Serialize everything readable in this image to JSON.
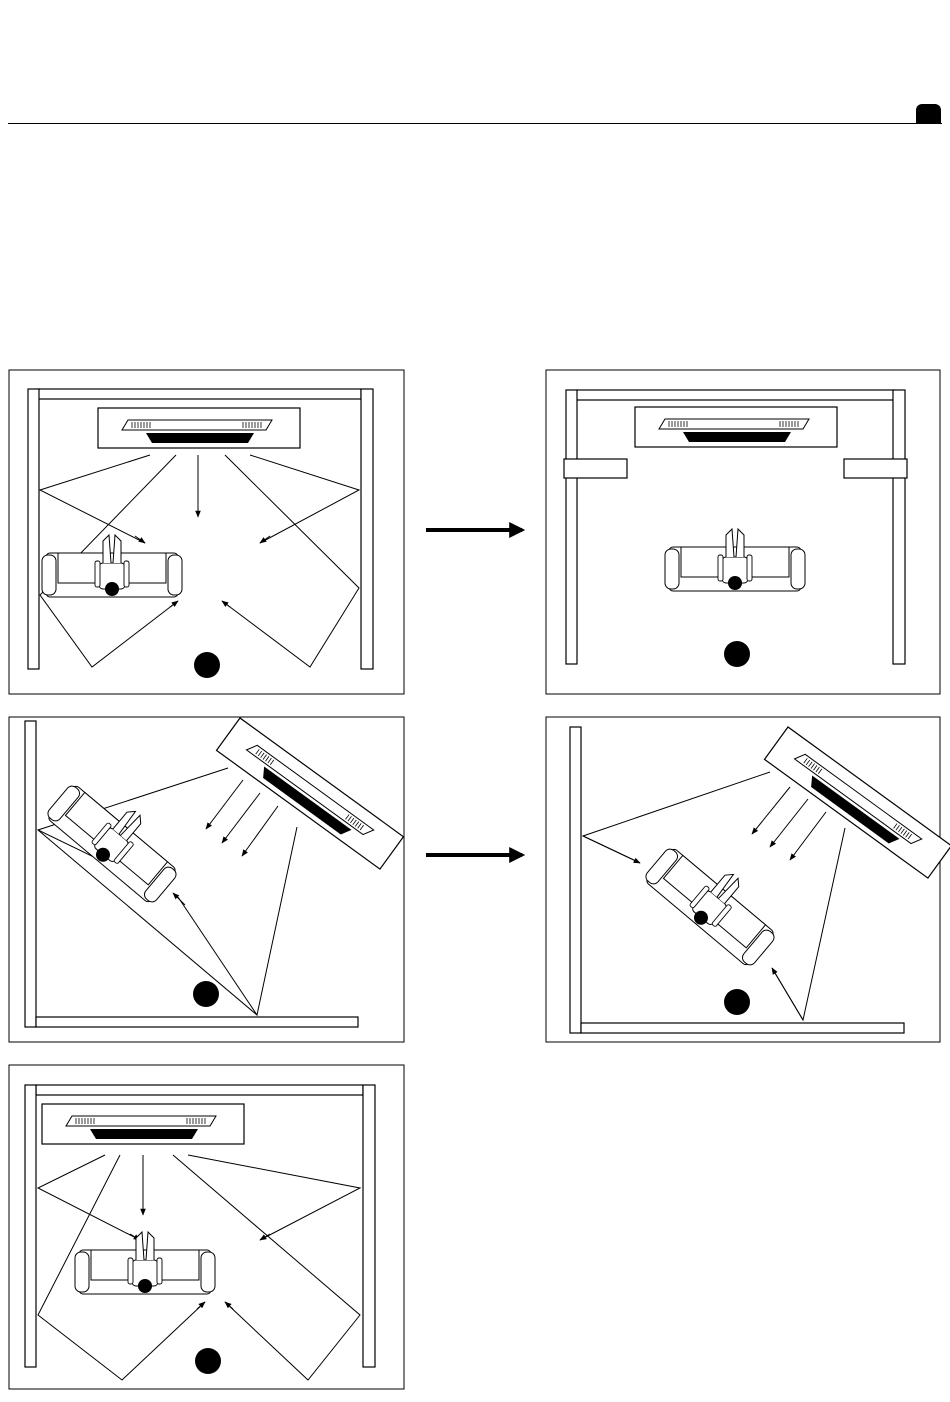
{
  "page": {
    "tab_color": "#000000"
  },
  "panels": [
    {
      "id": "a",
      "caption_marker": "black-circle"
    },
    {
      "id": "b",
      "caption_marker": "black-circle"
    },
    {
      "id": "c",
      "caption_marker": "black-circle"
    },
    {
      "id": "d",
      "caption_marker": "black-circle"
    },
    {
      "id": "e",
      "caption_marker": "black-circle"
    }
  ],
  "transition_arrows": [
    {
      "from": "a",
      "to": "b"
    },
    {
      "from": "c",
      "to": "d"
    }
  ]
}
